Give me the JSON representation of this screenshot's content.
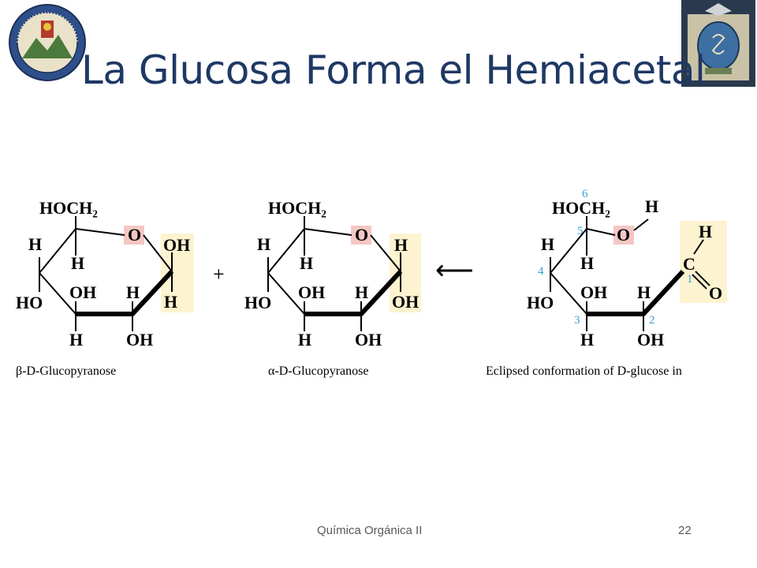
{
  "slide": {
    "title": "La Glucosa Forma el Hemiacetal",
    "footer": "Química Orgánica II",
    "page_number": "22"
  },
  "structures": {
    "beta": {
      "caption": "β-D-Glucopyranose",
      "hoch2": "HOCH₂",
      "ring_o": "O",
      "c1_top": "OH",
      "c1_bottom": "H",
      "c5_h": "H",
      "c4_h": "H",
      "c4_oh": "HO",
      "c3_oh": "OH",
      "c3_h": "H",
      "c2_h": "H",
      "c2_oh": "OH"
    },
    "alpha": {
      "caption": "α-D-Glucopyranose",
      "hoch2": "HOCH₂",
      "ring_o": "O",
      "c1_top": "H",
      "c1_bottom": "OH",
      "c5_h": "H",
      "c4_h": "H",
      "c4_oh": "HO",
      "c3_oh": "OH",
      "c3_h": "H",
      "c2_h": "H",
      "c2_oh": "OH"
    },
    "open": {
      "caption": "Eclipsed conformation of D-glucose in",
      "hoch2": "HOCH₂",
      "o": "O",
      "o_h": "H",
      "ald_h": "H",
      "ald_c": "C",
      "ald_o": "O",
      "c5_h_top": "H",
      "c5_h": "H",
      "c4_oh": "HO",
      "c3_oh": "OH",
      "c3_h": "H",
      "c2_h": "H",
      "c2_oh": "OH",
      "n1": "1",
      "n2": "2",
      "n3": "3",
      "n4": "4",
      "n5": "5",
      "n6": "6"
    },
    "plus": "+",
    "arrow": "⟵"
  },
  "colors": {
    "title": "#1f3864",
    "numbering": "#3a9fd6",
    "highlight_o": "#f4c7c3",
    "highlight_c1": "#fdf3d0"
  }
}
